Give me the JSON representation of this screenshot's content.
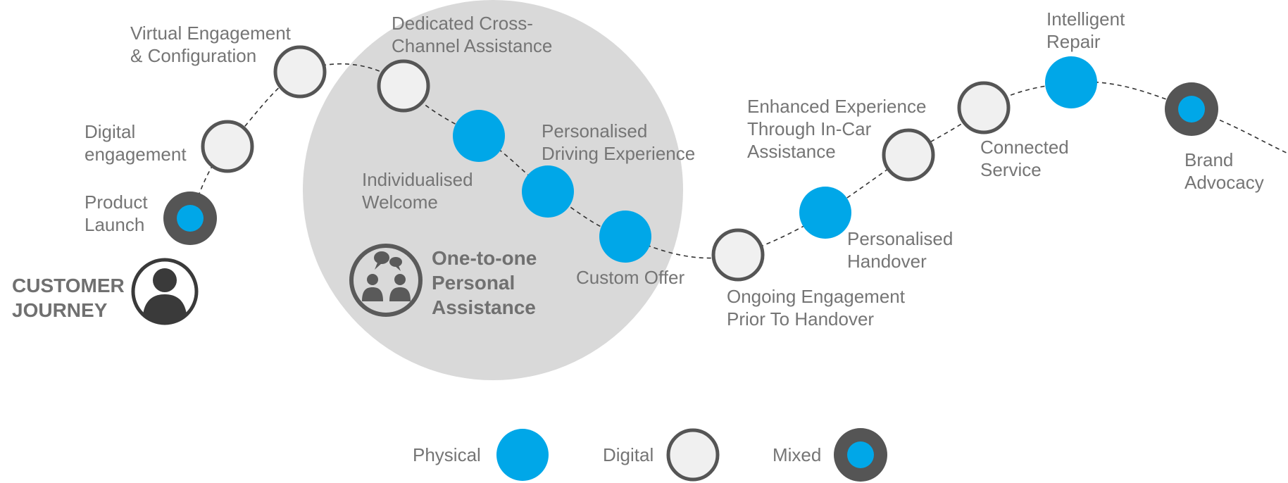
{
  "title": "CUSTOMER JOURNEY",
  "title_lines": [
    "CUSTOMER",
    "JOURNEY"
  ],
  "highlight": {
    "lines": [
      "One-to-one",
      "Personal",
      "Assistance"
    ],
    "icon": "people-chat-icon"
  },
  "journey_icon": "user-icon",
  "colors": {
    "physical": "#00A7E8",
    "digital_fill": "#F0F0F0",
    "node_ring": "#555555",
    "text": "#757575",
    "highlight_circle": "#D9D9D9",
    "path": "#333333"
  },
  "stages": [
    {
      "type": "mixed",
      "lines": [
        "Product",
        "Launch"
      ]
    },
    {
      "type": "digital",
      "lines": [
        "Digital",
        "engagement"
      ]
    },
    {
      "type": "digital",
      "lines": [
        "Virtual Engagement",
        "& Configuration"
      ]
    },
    {
      "type": "digital",
      "lines": [
        "Dedicated Cross-",
        "Channel Assistance"
      ]
    },
    {
      "type": "physical",
      "lines": [
        "Individualised",
        "Welcome"
      ]
    },
    {
      "type": "physical",
      "lines": [
        "Personalised",
        "Driving Experience"
      ]
    },
    {
      "type": "physical",
      "lines": [
        "Custom Offer"
      ]
    },
    {
      "type": "digital",
      "lines": [
        "Ongoing Engagement",
        "Prior To Handover"
      ]
    },
    {
      "type": "physical",
      "lines": [
        "Personalised",
        "Handover"
      ]
    },
    {
      "type": "digital",
      "lines": [
        "Enhanced Experience",
        "Through In-Car",
        "Assistance"
      ]
    },
    {
      "type": "digital",
      "lines": [
        "Connected",
        "Service"
      ]
    },
    {
      "type": "physical",
      "lines": [
        "Intelligent",
        "Repair"
      ]
    },
    {
      "type": "mixed",
      "lines": [
        "Brand",
        "Advocacy"
      ]
    }
  ],
  "legend": [
    {
      "type": "physical",
      "label": "Physical"
    },
    {
      "type": "digital",
      "label": "Digital"
    },
    {
      "type": "mixed",
      "label": "Mixed"
    }
  ]
}
